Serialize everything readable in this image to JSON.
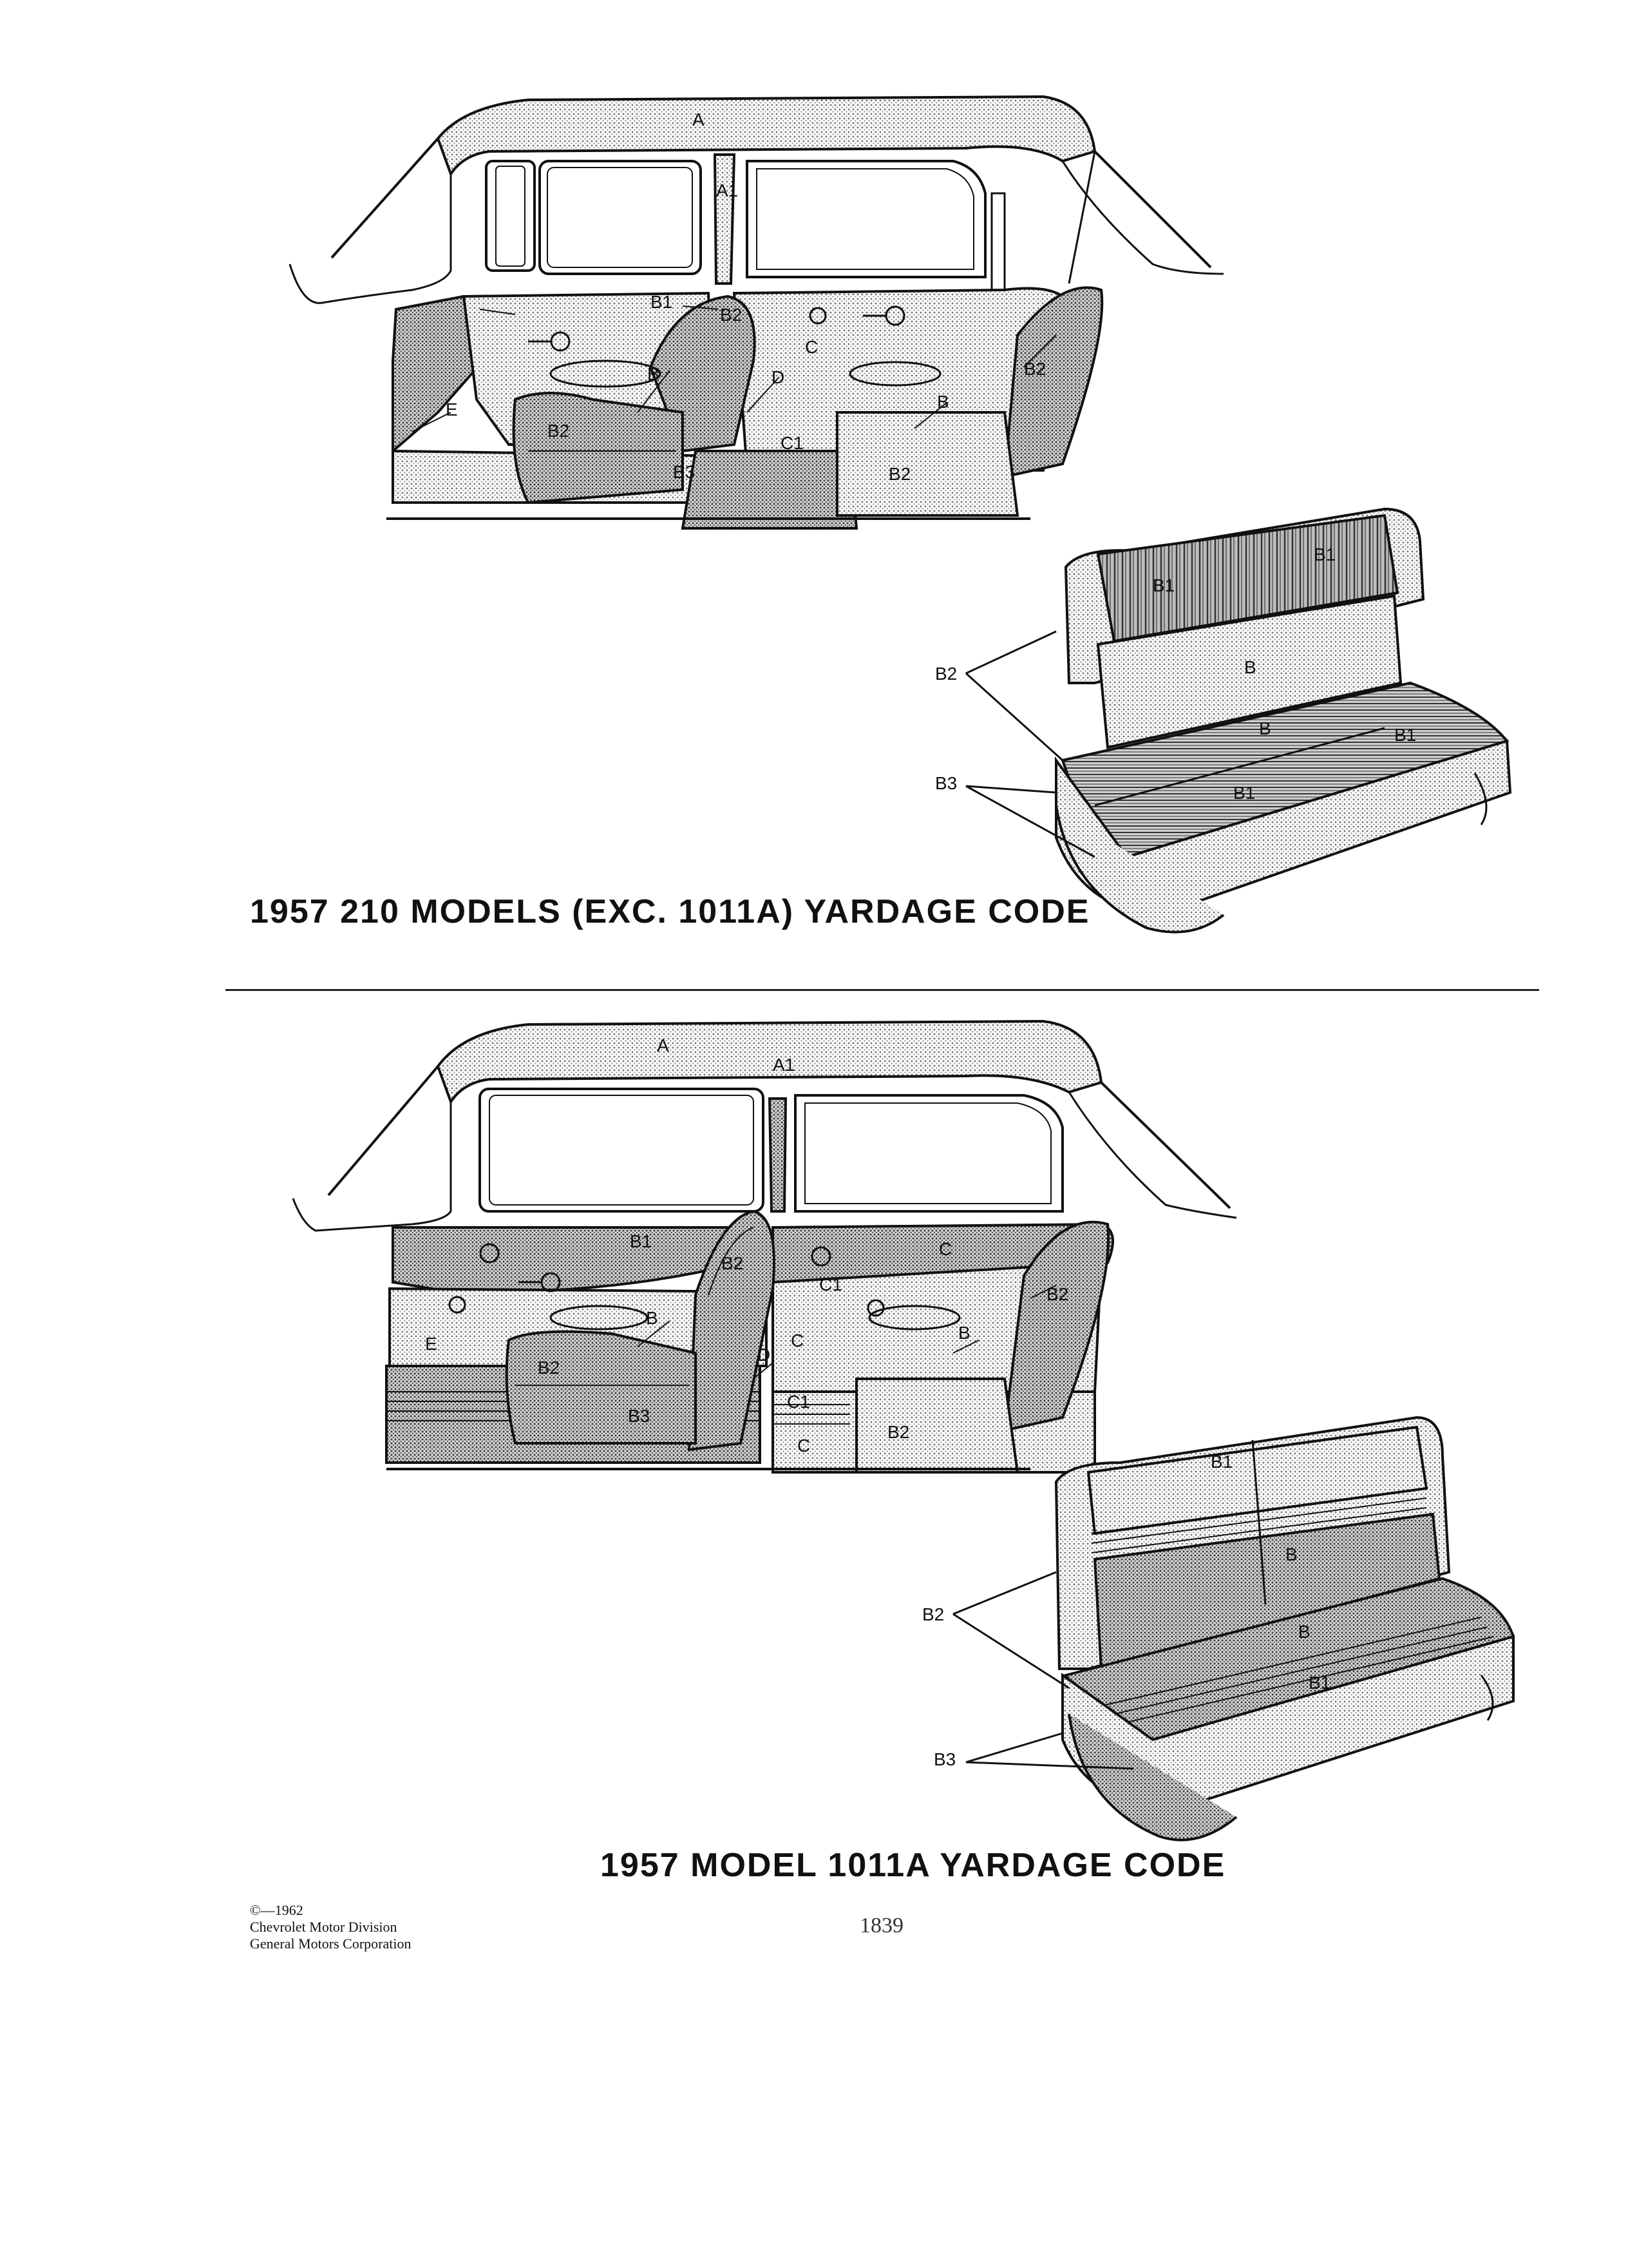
{
  "diagram_top": {
    "title": "1957 210 MODELS (EXC. 1011A) YARDAGE CODE",
    "interior_labels": [
      "A",
      "A1",
      "B1",
      "B2",
      "B",
      "C",
      "D",
      "B2",
      "E",
      "B2",
      "B3",
      "C1",
      "B2",
      "B"
    ],
    "seat_labels": [
      "B1",
      "B1",
      "B",
      "B",
      "B1",
      "B1",
      "B2",
      "B3"
    ]
  },
  "diagram_bottom": {
    "title": "1957 MODEL 1011A YARDAGE CODE",
    "interior_labels": [
      "A",
      "A1",
      "B1",
      "B2",
      "C",
      "C1",
      "B2",
      "E",
      "B",
      "D",
      "C",
      "B",
      "B2",
      "B3",
      "C1",
      "C",
      "B2"
    ],
    "seat_labels": [
      "B1",
      "B",
      "B",
      "B1",
      "B2",
      "B3"
    ]
  },
  "credit": {
    "line1": "©—1962",
    "line2": "Chevrolet Motor Division",
    "line3": "General Motors Corporation"
  },
  "page_number": "1839",
  "colors": {
    "ink": "#111111",
    "stipple": "#8a8a8a",
    "paper": "#ffffff"
  }
}
